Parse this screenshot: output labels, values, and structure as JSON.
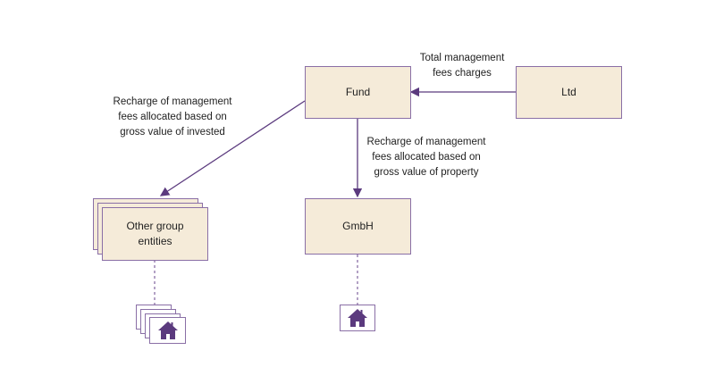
{
  "nodes": {
    "fund": "Fund",
    "ltd": "Ltd",
    "gmbh": "GmbH",
    "other": "Other group entities"
  },
  "edges": {
    "ltd_to_fund": "Total management fees charges",
    "fund_to_other": "Recharge of management fees allocated based on gross value of invested",
    "fund_to_gmbh": "Recharge of management fees allocated based on gross value of property"
  },
  "icons": {
    "property": "house-icon"
  },
  "colors": {
    "box_fill": "#f5ebd9",
    "accent": "#5b3a7e"
  }
}
